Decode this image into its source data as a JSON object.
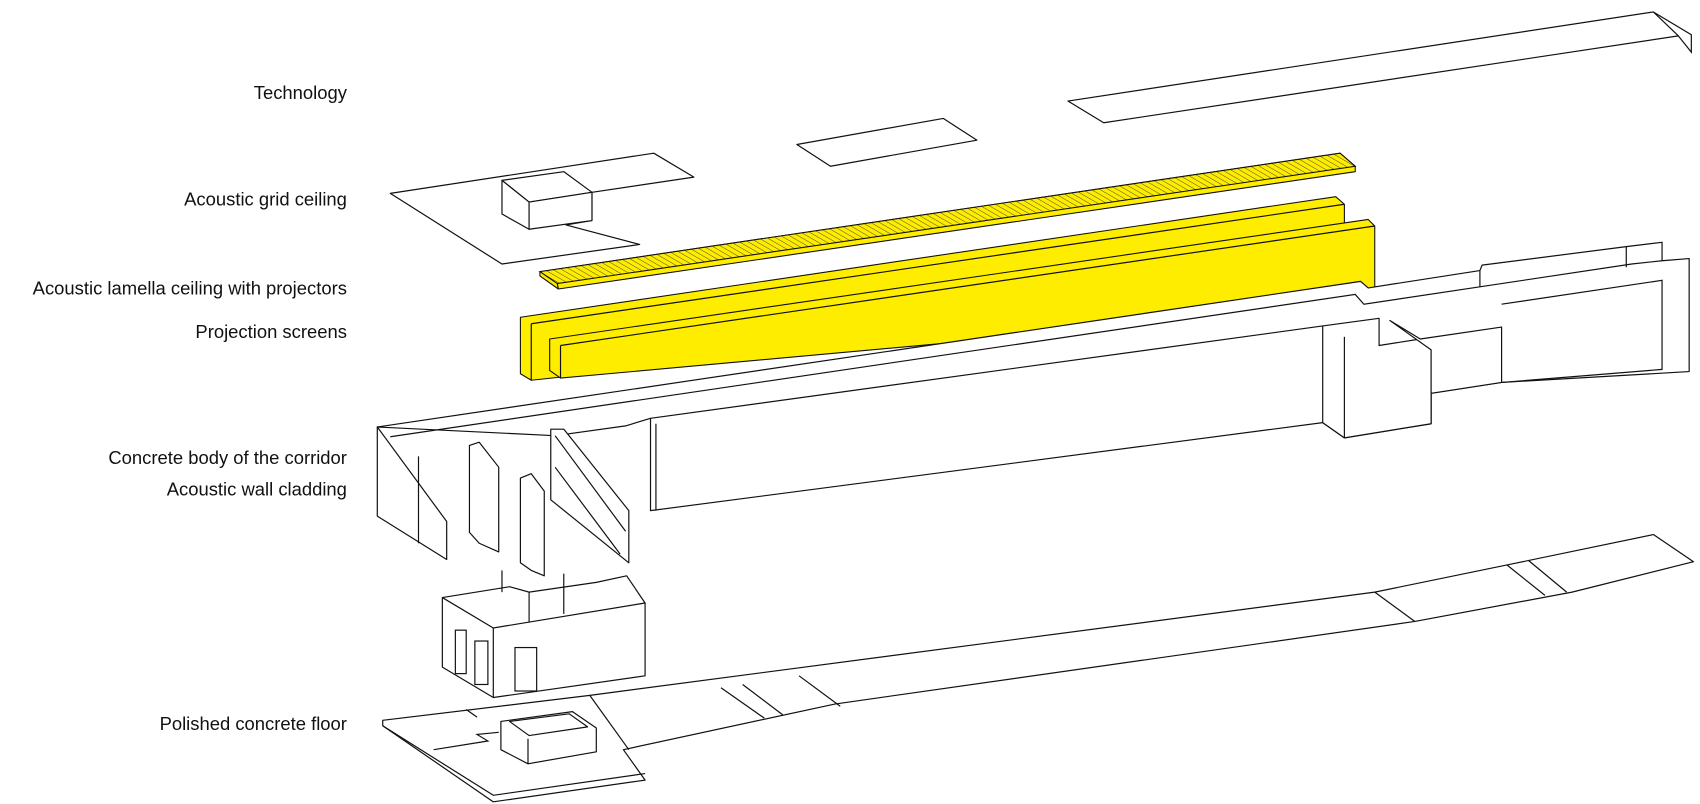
{
  "labels": {
    "technology": "Technology",
    "grid_ceiling": "Acoustic grid ceiling",
    "lamella_ceiling": "Acoustic lamella ceiling with projectors",
    "projection_screens": "Projection screens",
    "concrete_body": "Concrete body of the corridor",
    "wall_cladding": "Acoustic wall cladding",
    "floor": "Polished concrete floor"
  },
  "colors": {
    "highlight": "#FFED00",
    "line": "#111111",
    "background": "#FFFFFF"
  }
}
